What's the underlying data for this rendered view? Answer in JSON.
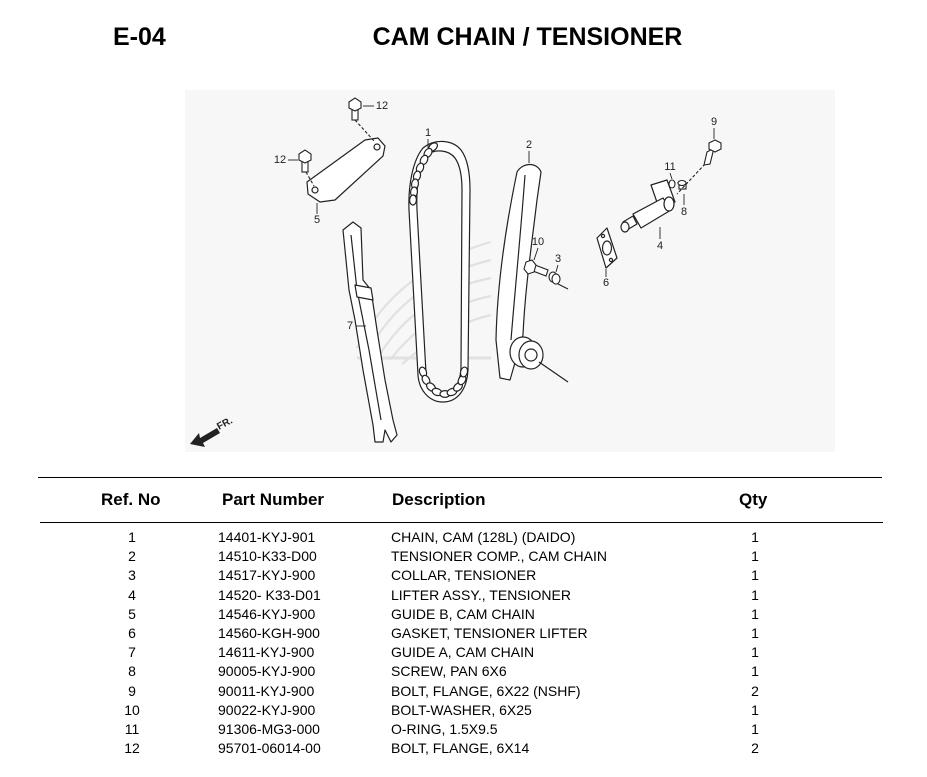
{
  "header": {
    "code": "E-04",
    "title": "CAM CHAIN / TENSIONER"
  },
  "diagram": {
    "callouts": [
      "12",
      "12",
      "1",
      "2",
      "9",
      "11",
      "8",
      "5",
      "10",
      "3",
      "4",
      "6",
      "7"
    ],
    "front_label": "FR."
  },
  "table": {
    "columns": {
      "ref": "Ref. No",
      "part": "Part Number",
      "desc": "Description",
      "qty": "Qty"
    },
    "rows": [
      {
        "ref": "1",
        "part": "14401-KYJ-901",
        "desc": "CHAIN, CAM (128L) (DAIDO)",
        "qty": "1"
      },
      {
        "ref": "2",
        "part": "14510-K33-D00",
        "desc": "TENSIONER COMP., CAM CHAIN",
        "qty": "1"
      },
      {
        "ref": "3",
        "part": "14517-KYJ-900",
        "desc": "COLLAR, TENSIONER",
        "qty": "1"
      },
      {
        "ref": "4",
        "part": "14520- K33-D01",
        "desc": "LIFTER ASSY., TENSIONER",
        "qty": "1"
      },
      {
        "ref": "5",
        "part": "14546-KYJ-900",
        "desc": "GUIDE B, CAM CHAIN",
        "qty": "1"
      },
      {
        "ref": "6",
        "part": "14560-KGH-900",
        "desc": "GASKET, TENSIONER LIFTER",
        "qty": "1"
      },
      {
        "ref": "7",
        "part": "14611-KYJ-900",
        "desc": "GUIDE A, CAM CHAIN",
        "qty": "1"
      },
      {
        "ref": "8",
        "part": "90005-KYJ-900",
        "desc": "SCREW, PAN 6X6",
        "qty": "1"
      },
      {
        "ref": "9",
        "part": "90011-KYJ-900",
        "desc": "BOLT, FLANGE, 6X22 (NSHF)",
        "qty": "2"
      },
      {
        "ref": "10",
        "part": "90022-KYJ-900",
        "desc": "BOLT-WASHER, 6X25",
        "qty": "1"
      },
      {
        "ref": "11",
        "part": "91306-MG3-000",
        "desc": "O-RING, 1.5X9.5",
        "qty": "1"
      },
      {
        "ref": "12",
        "part": "95701-06014-00",
        "desc": "BOLT, FLANGE, 6X14",
        "qty": "2"
      }
    ]
  }
}
